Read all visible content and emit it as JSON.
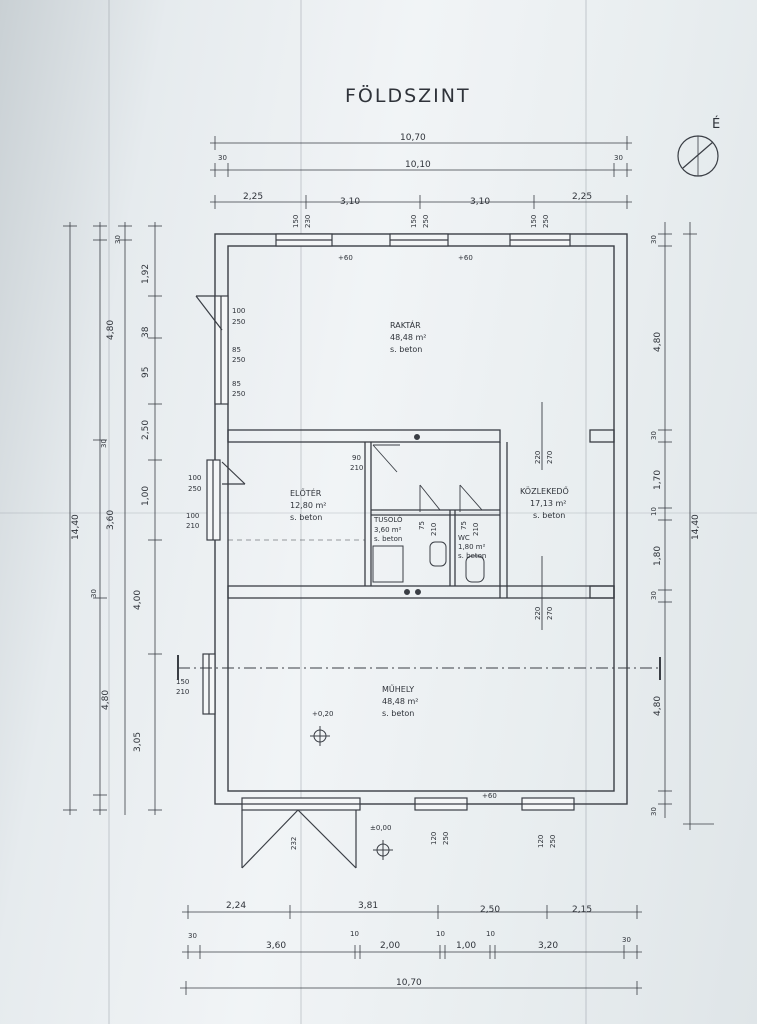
{
  "drawing": {
    "title": "FÖLDSZINT",
    "north_label": "É",
    "top_dims": {
      "overall": "10,70",
      "inner": "10,10",
      "left_wall": "30",
      "right_wall": "30",
      "segments": [
        "2,25",
        "3,10",
        "3,10",
        "2,25"
      ]
    },
    "top_windows": [
      {
        "a": "150",
        "b": "230"
      },
      {
        "a": "150",
        "b": "250"
      },
      {
        "a": "150",
        "b": "250"
      }
    ],
    "top_sill_labels": [
      "+60",
      "+60"
    ],
    "left_windows": [
      {
        "a": "100",
        "b": "250"
      },
      {
        "a": "85",
        "b": "250"
      },
      {
        "a": "85",
        "b": "250"
      }
    ],
    "left_doors": [
      {
        "a": "100",
        "b": "250"
      },
      {
        "a": "100",
        "b": "210"
      },
      {
        "a": "150",
        "b": "210"
      }
    ],
    "left_dims_outer": "14,40",
    "left_dims_mid": [
      "4,80",
      "3,60",
      "4,80"
    ],
    "left_dims_inner": [
      "1,92",
      "38",
      "95",
      "2,50",
      "1,00",
      "4,00",
      "3,05"
    ],
    "left_wall_marks": [
      "30",
      "30",
      "30"
    ],
    "right_dims_outer": "14,40",
    "right_dims_inner": [
      "4,80",
      "1,70",
      "1,80",
      "4,80"
    ],
    "right_wall_marks": [
      "30",
      "30",
      "10",
      "30",
      "30"
    ],
    "rooms": [
      {
        "name": "RAKTÁR",
        "area": "48,48 m²",
        "floor": "s. beton"
      },
      {
        "name": "ELŐTÉR",
        "area": "12,80 m²",
        "floor": "s. beton"
      },
      {
        "name": "TUSOLÓ",
        "area": "3,60 m²",
        "floor": "s. beton"
      },
      {
        "name": "WC",
        "area": "1,80 m²",
        "floor": "s. beton"
      },
      {
        "name": "KÖZLEKEDŐ",
        "area": "17,13 m²",
        "floor": "s. beton"
      },
      {
        "name": "MŰHELY",
        "area": "48,48 m²",
        "floor": "s. beton"
      }
    ],
    "interior_doors": [
      {
        "a": "90",
        "b": "210"
      },
      {
        "a": "75",
        "b": "210"
      },
      {
        "a": "75",
        "b": "210"
      },
      {
        "a": "220",
        "b": "270"
      },
      {
        "a": "220",
        "b": "270"
      }
    ],
    "levels": [
      "+0,20",
      "±0,00"
    ],
    "bottom_sill_label": "+60",
    "bottom_openings": [
      {
        "a": "232"
      },
      {
        "a": "120",
        "b": "250"
      },
      {
        "a": "120",
        "b": "250"
      }
    ],
    "bottom_dims": {
      "segments_a": [
        "2,24",
        "3,81",
        "2,50",
        "2,15"
      ],
      "segments_b": [
        "30",
        "3,60",
        "10",
        "2,00",
        "10",
        "1,00",
        "10",
        "3,20",
        "30"
      ],
      "overall": "10,70"
    }
  }
}
